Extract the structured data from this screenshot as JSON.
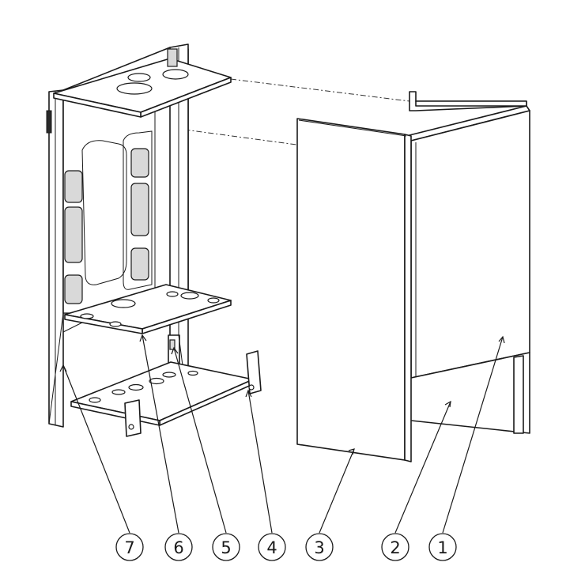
{
  "callouts": [
    {
      "id": "7",
      "label": "7"
    },
    {
      "id": "6",
      "label": "6"
    },
    {
      "id": "5",
      "label": "5"
    },
    {
      "id": "4",
      "label": "4"
    },
    {
      "id": "3",
      "label": "3"
    },
    {
      "id": "2",
      "label": "2"
    },
    {
      "id": "1",
      "label": "1"
    }
  ]
}
